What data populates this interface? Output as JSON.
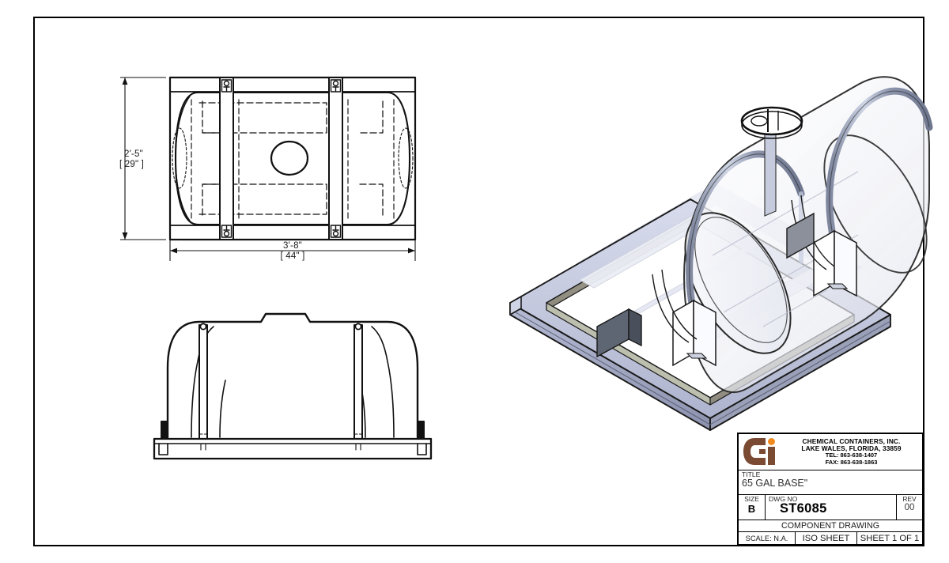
{
  "sheet": {
    "background_color": "#ffffff",
    "border_color": "#000000"
  },
  "views": {
    "top_view": {
      "name": "top-view",
      "description": "Plan view of horizontal leg tank on skid base"
    },
    "front_view": {
      "name": "front-view",
      "description": "Front elevation of tank with straps on base frame"
    },
    "iso_view": {
      "name": "isometric-view",
      "description": "3D isometric of transparent cylindrical tank strapped to steel angle frame base"
    }
  },
  "dimensions": {
    "width": {
      "feet_inches": "3'-8\"",
      "bracket_inches": "[ 44\" ]"
    },
    "height": {
      "feet_inches": "2'-5\"",
      "bracket_inches": "[ 29\" ]"
    }
  },
  "title_block": {
    "company": {
      "name": "CHEMICAL CONTAINERS, INC.",
      "address": "LAKE WALES, FLORIDA, 33859",
      "tel": "TEL: 863-638-1407",
      "fax": "FAX: 863-638-1863",
      "logo_colors": {
        "brown": "#7a4a33",
        "dot_orange": "#f08a1e"
      }
    },
    "title_label": "TITLE",
    "title_value": "65 GAL BASE\"",
    "size_label": "SIZE",
    "size_value": "B",
    "dwg_no_label": "DWG NO",
    "dwg_no_value": "ST6085",
    "rev_label": "REV",
    "rev_value": "00",
    "component_drawing": "COMPONENT DRAWING",
    "scale": "SCALE: N.A.",
    "sheet_type": "ISO SHEET",
    "sheet_number": "SHEET 1 OF 1"
  }
}
